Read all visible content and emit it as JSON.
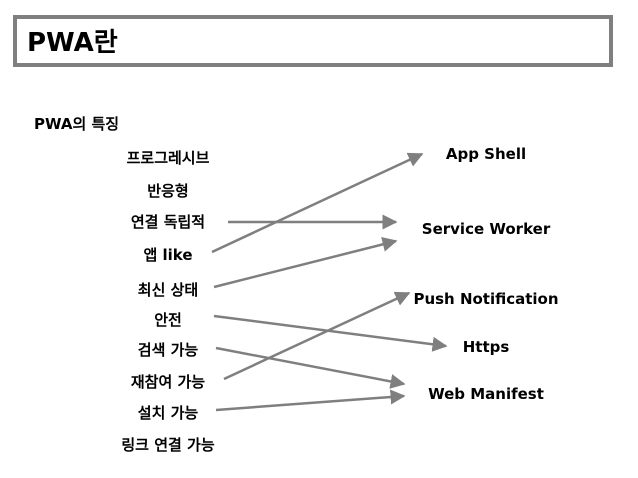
{
  "title": "PWA란",
  "subtitle": "PWA의 특징",
  "features": [
    "프로그레시브",
    "반응형",
    "연결 독립적",
    "앱 like",
    "최신 상태",
    "안전",
    "검색 가능",
    "재참여 가능",
    "설치 가능",
    "링크 연결 가능"
  ],
  "technologies": [
    "App Shell",
    "Service Worker",
    "Push Notification",
    "Https",
    "Web Manifest"
  ],
  "links": [
    {
      "from": "연결 독립적",
      "to": "Service Worker"
    },
    {
      "from": "앱 like",
      "to": "App Shell"
    },
    {
      "from": "최신 상태",
      "to": "Service Worker"
    },
    {
      "from": "안전",
      "to": "Https"
    },
    {
      "from": "검색 가능",
      "to": "Web Manifest"
    },
    {
      "from": "재참여 가능",
      "to": "Push Notification"
    },
    {
      "from": "설치 가능",
      "to": "Web Manifest"
    }
  ],
  "colors": {
    "arrow": "#7f7f7f",
    "border": "#7f7f7f",
    "text": "#000000"
  }
}
